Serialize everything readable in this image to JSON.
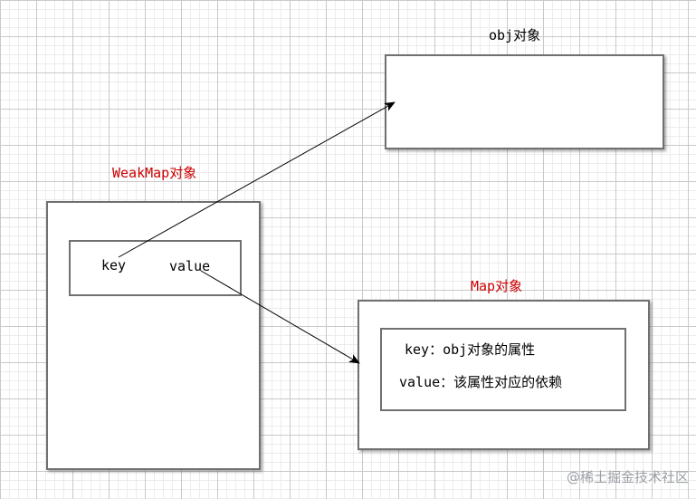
{
  "obj_box": {
    "title": "obj对象"
  },
  "weakmap_box": {
    "title": "WeakMap对象",
    "entry": {
      "key": "key",
      "value": "value"
    }
  },
  "map_box": {
    "title": "Map对象",
    "entry": {
      "key_line": "key：obj对象的属性",
      "value_line": "value：该属性对应的依赖"
    }
  },
  "watermark": "@稀土掘金技术社区",
  "colors": {
    "title_red": "#cc0000",
    "border_gray": "#707070",
    "arrow": "#000000"
  }
}
